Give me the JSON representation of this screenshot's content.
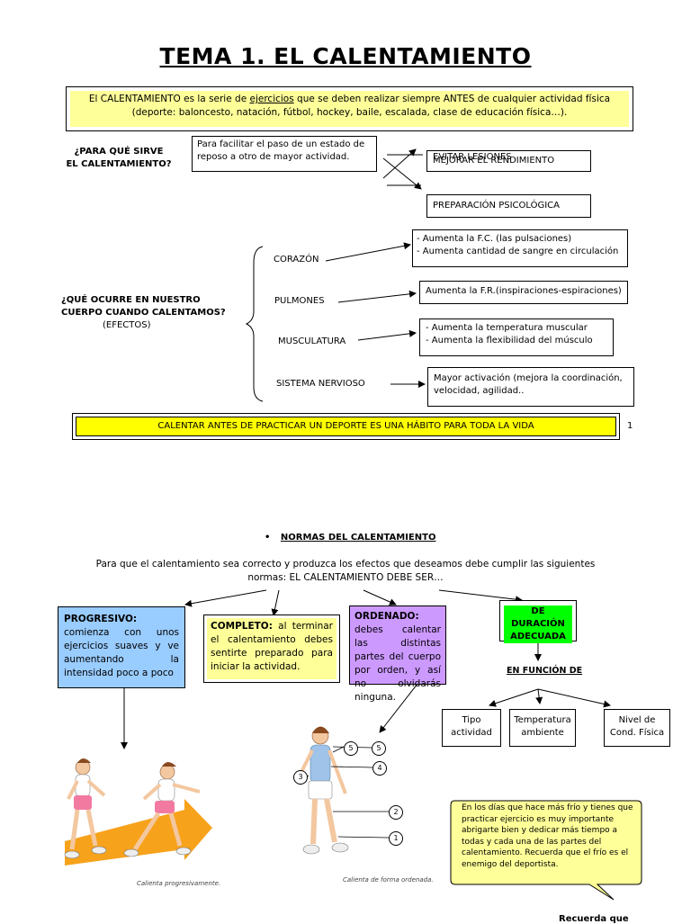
{
  "page": {
    "title": "TEMA 1. EL CALENTAMIENTO",
    "page_number": "1"
  },
  "intro": {
    "text_before": "El CALENTAMIENTO es la serie de ",
    "text_link": "ejercicios",
    "text_after": " que se deben realizar siempre ANTES de cualquier actividad física",
    "line2": "(deporte: baloncesto, natación, fútbol, hockey, baile, escalada, clase de educación física…)."
  },
  "purpose": {
    "question_line1": "¿PARA QUÉ SIRVE",
    "question_line2": "EL CALENTAMIENTO?",
    "answer": "Para facilitar el paso de un estado de reposo a otro de mayor actividad.",
    "box1_a": "EVITAR LESIONES",
    "box1_b": "MEJORAR EL RENDIMIENTO",
    "box2": "PREPARACIÓN PSICOLÓGICA"
  },
  "effects": {
    "question_line1": "¿QUÉ OCURRE EN NUESTRO",
    "question_line2": "CUERPO CUANDO CALENTAMOS?",
    "question_line3": "(EFECTOS)",
    "items": [
      {
        "label": "CORAZÓN",
        "effect_1": "- Aumenta la F.C. (las pulsaciones)",
        "effect_2": "- Aumenta cantidad de sangre en circulación"
      },
      {
        "label": "PULMONES",
        "effect_1": "Aumenta la F.R.(inspiraciones-espiraciones)",
        "effect_2": ""
      },
      {
        "label": "MUSCULATURA",
        "effect_1": "- Aumenta la temperatura muscular",
        "effect_2": "- Aumenta la flexibilidad del músculo"
      },
      {
        "label": "SISTEMA NERVIOSO",
        "effect_1": "Mayor activación (mejora la coordinación,",
        "effect_2": "velocidad, agilidad.."
      }
    ]
  },
  "footer_banner": "CALENTAR ANTES DE PRACTICAR UN DEPORTE ES UNA HÁBITO PARA TODA LA VIDA",
  "norms": {
    "heading_bullet": "•",
    "heading": "NORMAS DEL CALENTAMIENTO",
    "intro_line1": "Para que el calentamiento sea correcto y produzca los efectos que deseamos debe cumplir las siguientes",
    "intro_line2": "normas: EL CALENTAMIENTO DEBE SER…",
    "cards": [
      {
        "title": "PROGRESIVO:",
        "body": "comienza con unos ejercicios suaves y ve aumentando la intensidad poco a poco",
        "color": "#99ccff"
      },
      {
        "title": "COMPLETO:",
        "body": " al terminar el calentamiento debes sentirte preparado para iniciar la actividad.",
        "color": "#ffff99"
      },
      {
        "title": "ORDENADO:",
        "body": " debes calentar las distintas partes del cuerpo por orden, y así no olvidarás ninguna.",
        "color": "#cc99ff"
      },
      {
        "title": "DE DURACIÓN ADECUADA",
        "body": "",
        "color": "#00ff00"
      }
    ],
    "function_label": "EN FUNCIÓN DE",
    "factors": [
      {
        "line1": "Tipo",
        "line2": "actividad"
      },
      {
        "line1": "Temperatura",
        "line2": "ambiente"
      },
      {
        "line1": "Nivel de",
        "line2": "Cond. Física"
      }
    ],
    "caption_left": "Calienta progresivamente.",
    "caption_right": "Calienta de forma ordenada.",
    "body_numbers": [
      "5",
      "5",
      "4",
      "3",
      "2",
      "1"
    ],
    "callout": "En los días que hace más frío y tienes que practicar ejercicio es muy importante abrigarte bien y dedicar más tiempo a todas y cada una de las partes del calentamiento. Recuerda que el frío es el enemigo del deportista.",
    "bottom_cut": "Recuerda que"
  },
  "colors": {
    "yellow_fill": "#ffff99",
    "banner_yellow": "#ffff00",
    "blue_fill": "#99ccff",
    "purple_fill": "#cc99ff",
    "green_fill": "#00ff00",
    "arrow_orange": "#f7a21b"
  }
}
